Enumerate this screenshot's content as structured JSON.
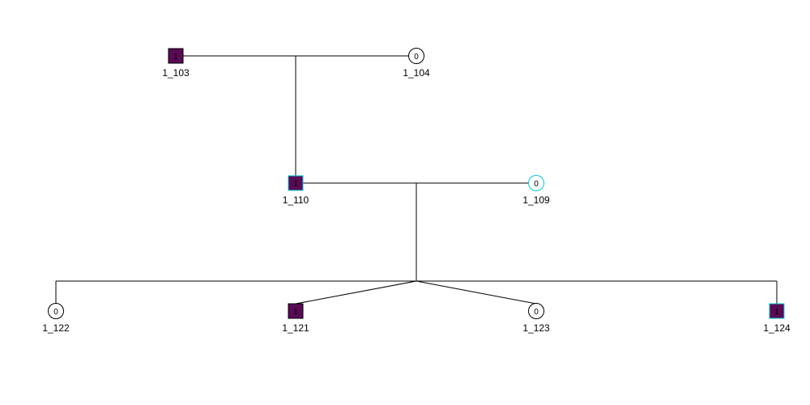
{
  "colors": {
    "affected_fill": "#5a0a55",
    "unaffected_fill": "#ffffff",
    "default_stroke": "#000000",
    "highlight_stroke": "#00c8e0",
    "line": "#000000"
  },
  "individuals": [
    {
      "id": "1_103",
      "sex": "male",
      "affected": true,
      "status": "1",
      "highlight": false
    },
    {
      "id": "1_104",
      "sex": "female",
      "affected": false,
      "status": "0",
      "highlight": false
    },
    {
      "id": "1_110",
      "sex": "male",
      "affected": true,
      "status": "1",
      "highlight": true
    },
    {
      "id": "1_109",
      "sex": "female",
      "affected": false,
      "status": "0",
      "highlight": true
    },
    {
      "id": "1_122",
      "sex": "female",
      "affected": false,
      "status": "0",
      "highlight": false
    },
    {
      "id": "1_121",
      "sex": "male",
      "affected": true,
      "status": "1",
      "highlight": false
    },
    {
      "id": "1_123",
      "sex": "female",
      "affected": false,
      "status": "0",
      "highlight": false
    },
    {
      "id": "1_124",
      "sex": "male",
      "affected": true,
      "status": "1",
      "highlight": true
    }
  ],
  "marriages": [
    {
      "partners": [
        "1_103",
        "1_104"
      ],
      "children": [
        "1_110"
      ]
    },
    {
      "partners": [
        "1_110",
        "1_109"
      ],
      "children": [
        "1_122",
        "1_121",
        "1_123",
        "1_124"
      ]
    }
  ]
}
